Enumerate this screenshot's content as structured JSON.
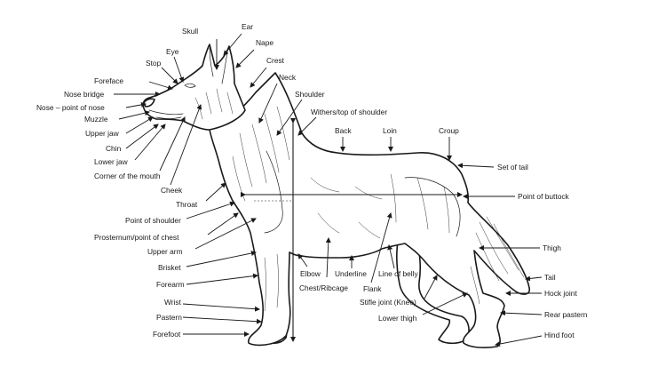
{
  "diagram": {
    "labels": [
      {
        "key": "skull",
        "text": "Skull"
      },
      {
        "key": "ear",
        "text": "Ear"
      },
      {
        "key": "nape",
        "text": "Nape"
      },
      {
        "key": "eye",
        "text": "Eye"
      },
      {
        "key": "stop",
        "text": "Stop"
      },
      {
        "key": "crest",
        "text": "Crest"
      },
      {
        "key": "foreface",
        "text": "Foreface"
      },
      {
        "key": "neck",
        "text": "Neck"
      },
      {
        "key": "nose_bridge",
        "text": "Nose bridge"
      },
      {
        "key": "nose_point",
        "text": "Nose – point of nose"
      },
      {
        "key": "shoulder",
        "text": "Shoulder"
      },
      {
        "key": "withers",
        "text": "Withers/top of shoulder"
      },
      {
        "key": "muzzle",
        "text": "Muzzle"
      },
      {
        "key": "upper_jaw",
        "text": "Upper jaw"
      },
      {
        "key": "back",
        "text": "Back"
      },
      {
        "key": "loin",
        "text": "Loin"
      },
      {
        "key": "croup",
        "text": "Croup"
      },
      {
        "key": "chin",
        "text": "Chin"
      },
      {
        "key": "lower_jaw",
        "text": "Lower jaw"
      },
      {
        "key": "set_of_tail",
        "text": "Set of tail"
      },
      {
        "key": "corner_mouth",
        "text": "Corner of the mouth"
      },
      {
        "key": "cheek",
        "text": "Cheek"
      },
      {
        "key": "point_buttock",
        "text": "Point of buttock"
      },
      {
        "key": "throat",
        "text": "Throat"
      },
      {
        "key": "point_shoulder",
        "text": "Point of shoulder"
      },
      {
        "key": "prosternum",
        "text": "Prosternum/point of chest"
      },
      {
        "key": "thigh",
        "text": "Thigh"
      },
      {
        "key": "upper_arm",
        "text": "Upper arm"
      },
      {
        "key": "elbow",
        "text": "Elbow"
      },
      {
        "key": "underline",
        "text": "Underline"
      },
      {
        "key": "line_belly",
        "text": "Line of belly"
      },
      {
        "key": "brisket",
        "text": "Brisket"
      },
      {
        "key": "tail",
        "text": "Tail"
      },
      {
        "key": "chest_ribcage",
        "text": "Chest/Ribcage"
      },
      {
        "key": "flank",
        "text": "Flank"
      },
      {
        "key": "forearm",
        "text": "Forearm"
      },
      {
        "key": "hock_joint",
        "text": "Hock joint"
      },
      {
        "key": "stifle",
        "text": "Stifle joint (Knee)"
      },
      {
        "key": "wrist",
        "text": "Wrist"
      },
      {
        "key": "rear_pastern",
        "text": "Rear pastern"
      },
      {
        "key": "lower_thigh",
        "text": "Lower thigh"
      },
      {
        "key": "pastern",
        "text": "Pastern"
      },
      {
        "key": "hind_foot",
        "text": "Hind foot"
      },
      {
        "key": "forefoot",
        "text": "Forefoot"
      }
    ]
  }
}
